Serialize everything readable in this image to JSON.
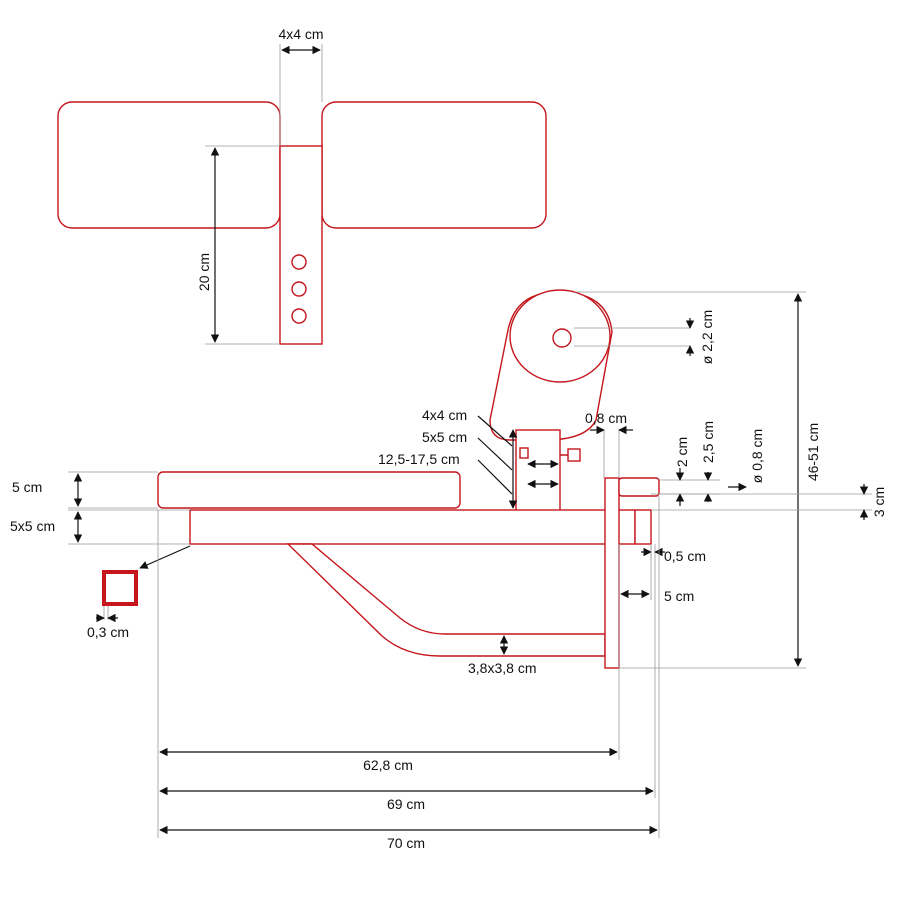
{
  "colors": {
    "outline": "#c4161c",
    "dimension": "#111111",
    "extension": "#9a9a9a",
    "background": "#ffffff"
  },
  "top_view": {
    "tube_size": "4x4 cm",
    "height": "20 cm"
  },
  "side_view": {
    "pad_thickness": "5 cm",
    "main_tube": "5x5 cm",
    "wall_thickness": "0,3 cm",
    "roller_tube": "4x4 cm",
    "roller_post": "5x5 cm",
    "adjust_range": "12,5-17,5 cm",
    "pin_length": "0,8 cm",
    "roller_diameter": "ø 2,2 cm",
    "plate_2": "2 cm",
    "plate_25": "2,5 cm",
    "bolt_diameter": "ø 0,8 cm",
    "total_height": "46-51 cm",
    "plate_3": "3 cm",
    "plate_05": "0,5 cm",
    "plate_5": "5 cm",
    "brace": "3,8x3,8 cm",
    "length_628": "62,8 cm",
    "length_69": "69 cm",
    "length_70": "70 cm"
  }
}
